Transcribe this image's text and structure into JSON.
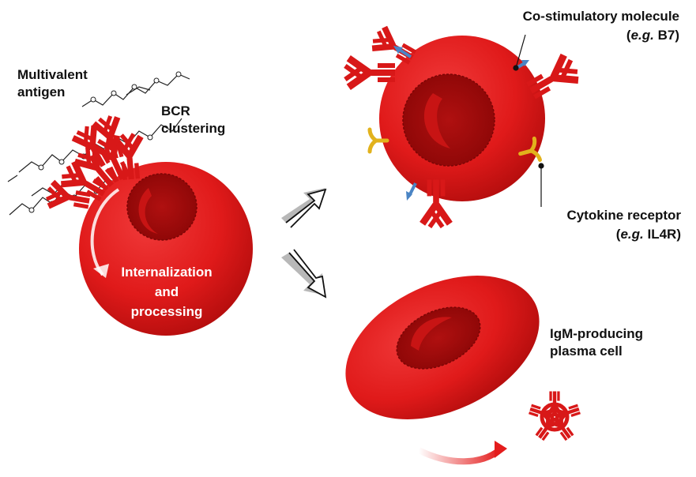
{
  "labels": {
    "antigen_line1": "Multivalent",
    "antigen_line2": "antigen",
    "bcr_line1": "BCR",
    "bcr_line2": "clustering",
    "internal_line1": "Internalization",
    "internal_line2": "and",
    "internal_line3": "processing",
    "costim_line1": "Co-stimulatory molecule",
    "costim_eg": "e.g.",
    "costim_name": "B7",
    "cytokine_line1": "Cytokine receptor",
    "cytokine_eg": "e.g.",
    "cytokine_name": "IL4R",
    "plasma_line1": "IgM-producing",
    "plasma_line2": "plasma cell"
  },
  "colors": {
    "cell_red": "#e41c1c",
    "cell_dark": "#9e0a0a",
    "antibody_red": "#d81818",
    "receptor_yellow": "#e2b21c",
    "b7_blue": "#4a84c4",
    "outline": "#222222"
  },
  "icons": [
    "antibody-icon",
    "cytokine-receptor-icon",
    "b7-arrow-icon",
    "igm-pentamer-icon",
    "process-arrow-icon"
  ]
}
